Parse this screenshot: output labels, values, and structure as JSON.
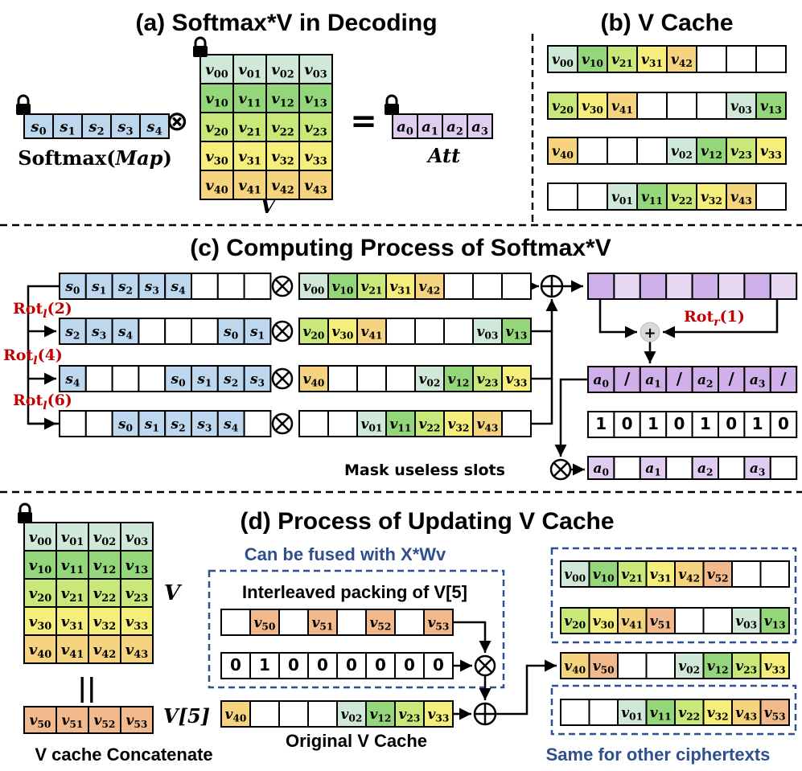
{
  "colors": {
    "v0": "#cfe8d8",
    "v1": "#93d77a",
    "v2": "#c9e87a",
    "v3": "#f5ee7a",
    "v4": "#f6d37e",
    "v5": "#f2b98c",
    "s": "#bdd7ee",
    "att_light": "#e8d7f3",
    "att_dark": "#cfb0ea",
    "att": "#e1cdf2",
    "dashed_blue": "#2f4f8f",
    "rot_red": "#c00000"
  },
  "headings": {
    "a": "(a) Softmax*V in Decoding",
    "b": "(b) V Cache",
    "c": "(c) Computing Process of Softmax*V",
    "d": "(d) Process of Updating V Cache"
  },
  "panel_a": {
    "softmax_vec": [
      "s0",
      "s1",
      "s2",
      "s3",
      "s4"
    ],
    "softmax_label_pre": "Softmax(",
    "softmax_label_map": "Map",
    "softmax_label_post": ")",
    "tensor_op": "⊗",
    "equals": "=",
    "v_label": "V",
    "att_vec": [
      "a0",
      "a1",
      "a2",
      "a3"
    ],
    "att_label": "Att",
    "v_matrix": [
      [
        "v00",
        "v01",
        "v02",
        "v03"
      ],
      [
        "v10",
        "v11",
        "v12",
        "v13"
      ],
      [
        "v20",
        "v21",
        "v22",
        "v23"
      ],
      [
        "v30",
        "v31",
        "v32",
        "v33"
      ],
      [
        "v40",
        "v41",
        "v42",
        "v43"
      ]
    ]
  },
  "panel_b": {
    "rows": [
      [
        "v00",
        "v10",
        "v21",
        "v31",
        "v42",
        "",
        "",
        ""
      ],
      [
        "v20",
        "v30",
        "v41",
        "",
        "",
        "",
        "v03",
        "v13"
      ],
      [
        "v40",
        "",
        "",
        "",
        "v02",
        "v12",
        "v23",
        "v33"
      ],
      [
        "",
        "",
        "v01",
        "v11",
        "v22",
        "v32",
        "v43",
        ""
      ]
    ]
  },
  "panel_c": {
    "s_rows": [
      [
        "s0",
        "s1",
        "s2",
        "s3",
        "s4",
        "",
        "",
        ""
      ],
      [
        "s2",
        "s3",
        "s4",
        "",
        "",
        "",
        "s0",
        "s1"
      ],
      [
        "s4",
        "",
        "",
        "",
        "s0",
        "s1",
        "s2",
        "s3"
      ],
      [
        "",
        "",
        "s0",
        "s1",
        "s2",
        "s3",
        "s4",
        ""
      ]
    ],
    "v_rows": [
      [
        "v00",
        "v10",
        "v21",
        "v31",
        "v42",
        "",
        "",
        ""
      ],
      [
        "v20",
        "v30",
        "v41",
        "",
        "",
        "",
        "v03",
        "v13"
      ],
      [
        "v40",
        "",
        "",
        "",
        "v02",
        "v12",
        "v23",
        "v33"
      ],
      [
        "",
        "",
        "v01",
        "v11",
        "v22",
        "v32",
        "v43",
        ""
      ]
    ],
    "rot_labels": [
      {
        "fn": "Rot",
        "sub": "l",
        "arg": "(2)"
      },
      {
        "fn": "Rot",
        "sub": "l",
        "arg": "(4)"
      },
      {
        "fn": "Rot",
        "sub": "l",
        "arg": "(6)"
      }
    ],
    "rot_right": {
      "fn": "Rot",
      "sub": "r",
      "arg": "(1)"
    },
    "plus_small": "+",
    "result_row": [
      "a0",
      "/",
      "a1",
      "/",
      "a2",
      "/",
      "a3",
      "/"
    ],
    "mask_row": [
      "1",
      "0",
      "1",
      "0",
      "1",
      "0",
      "1",
      "0"
    ],
    "mask_label": "Mask useless slots",
    "final_row": [
      "a0",
      "",
      "a1",
      "",
      "a2",
      "",
      "a3",
      ""
    ]
  },
  "panel_d": {
    "v_matrix": [
      [
        "v00",
        "v01",
        "v02",
        "v03"
      ],
      [
        "v10",
        "v11",
        "v12",
        "v13"
      ],
      [
        "v20",
        "v21",
        "v22",
        "v23"
      ],
      [
        "v30",
        "v31",
        "v32",
        "v33"
      ],
      [
        "v40",
        "v41",
        "v42",
        "v43"
      ]
    ],
    "v_label": "V",
    "concat_symbol": "||",
    "v5_row": [
      "v50",
      "v51",
      "v52",
      "v53"
    ],
    "v5_label": "V[5]",
    "concat_caption": "V cache Concatenate",
    "fused_caption": "Can be fused with X*Wv",
    "interleaved_caption": "Interleaved packing of V[5]",
    "interleaved_row": [
      "",
      "v50",
      "",
      "v51",
      "",
      "v52",
      "",
      "v53"
    ],
    "mask_row": [
      "0",
      "1",
      "0",
      "0",
      "0",
      "0",
      "0",
      "0"
    ],
    "original_row": [
      "v40",
      "",
      "",
      "",
      "v02",
      "v12",
      "v23",
      "v33"
    ],
    "original_caption": "Original V Cache",
    "new_rows": [
      [
        "v00",
        "v10",
        "v21",
        "v31",
        "v42",
        "v52",
        "",
        ""
      ],
      [
        "v20",
        "v30",
        "v41",
        "v51",
        "",
        "",
        "v03",
        "v13"
      ],
      [
        "v40",
        "v50",
        "",
        "",
        "v02",
        "v12",
        "v23",
        "v33"
      ],
      [
        "",
        "",
        "v01",
        "v11",
        "v22",
        "v32",
        "v43",
        "v53"
      ]
    ],
    "other_caption": "Same for other ciphertexts"
  }
}
